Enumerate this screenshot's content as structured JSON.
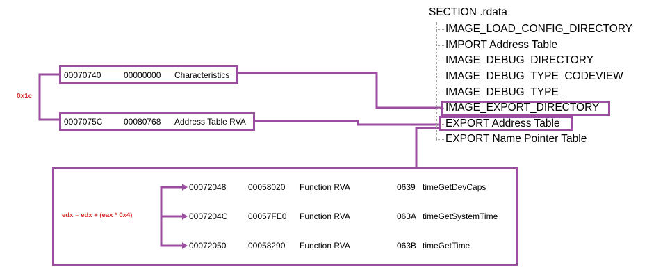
{
  "tree": {
    "root": "SECTION .rdata",
    "items": [
      "IMAGE_LOAD_CONFIG_DIRECTORY",
      "IMPORT Address Table",
      "IMAGE_DEBUG_DIRECTORY",
      "IMAGE_DEBUG_TYPE_CODEVIEW",
      "IMAGE_DEBUG_TYPE_",
      "IMAGE_EXPORT_DIRECTORY",
      "EXPORT Address Table",
      "EXPORT Name Pointer Table"
    ]
  },
  "export_directory_rows": [
    {
      "offset": "00070740",
      "value": "00000000",
      "field": "Characteristics"
    },
    {
      "offset": "0007075C",
      "value": "00080768",
      "field": "Address Table RVA"
    }
  ],
  "offset_label": "0x1c",
  "formula_label": "edx = edx + (eax * 0x4)",
  "address_table_entries": [
    {
      "offset": "00072048",
      "value": "00058020",
      "type": "Function RVA",
      "ordinal": "0639",
      "name": "timeGetDevCaps"
    },
    {
      "offset": "0007204C",
      "value": "00057FE0",
      "type": "Function RVA",
      "ordinal": "063A",
      "name": "timeGetSystemTime"
    },
    {
      "offset": "00072050",
      "value": "00058290",
      "type": "Function RVA",
      "ordinal": "063B",
      "name": "timeGetTime"
    }
  ],
  "colors": {
    "accent": "#9b4d9f",
    "annotation": "#d62b2b",
    "tree_lines": "#9a9a9a"
  }
}
